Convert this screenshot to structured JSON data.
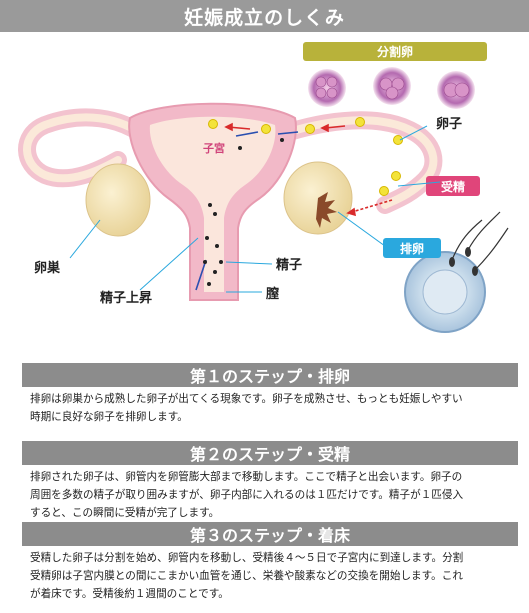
{
  "title": "妊娠成立のしくみ",
  "diagram": {
    "labels": {
      "cleavage": "分割卵",
      "egg": "卵子",
      "fertilization": "受精",
      "ovulation": "排卵",
      "uterus": "子宮",
      "ovary": "卵巣",
      "sperm": "精子",
      "sperm_ascent": "精子上昇",
      "vagina": "膣"
    },
    "colors": {
      "cleavage_badge": "#b8b23a",
      "fertilization_badge": "#e0457a",
      "ovulation_badge": "#2aa8de",
      "uterus_pink": "#f2b9c8",
      "ovary": "#f3e2b0"
    }
  },
  "steps": [
    {
      "heading": "第１のステップ・排卵",
      "lines": [
        "排卵は卵巣から成熟した卵子が出てくる現象です。卵子を成熟させ、もっとも妊娠しやすい",
        "時期に良好な卵子を排卵します。"
      ]
    },
    {
      "heading": "第２のステップ・受精",
      "lines": [
        "排卵された卵子は、卵管内を卵管膨大部まで移動します。ここで精子と出会います。卵子の",
        "周囲を多数の精子が取り囲みますが、卵子内部に入れるのは１匹だけです。精子が１匹侵入",
        "すると、この瞬間に受精が完了します。"
      ]
    },
    {
      "heading": "第３のステップ・着床",
      "lines": [
        "受精した卵子は分割を始め、卵管内を移動し、受精後４～５日で子宮内に到達します。分割",
        "受精卵は子宮内膜との間にこまかい血管を通じ、栄養や酸素などの交換を開始します。これ",
        "が着床です。受精後約１週間のことです。"
      ]
    }
  ]
}
